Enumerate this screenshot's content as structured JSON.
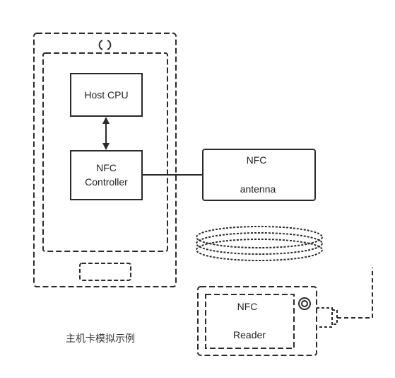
{
  "diagram": {
    "host_cpu_label": "Host CPU",
    "nfc_controller_line1": "NFC",
    "nfc_controller_line2": "Controller",
    "nfc_antenna_line1": "NFC",
    "nfc_antenna_line2": "antenna",
    "nfc_reader_line1": "NFC",
    "nfc_reader_line2": "Reader",
    "caption": "主机卡模拟示例"
  },
  "colors": {
    "stroke": "#2a2a2a",
    "background": "#ffffff"
  }
}
